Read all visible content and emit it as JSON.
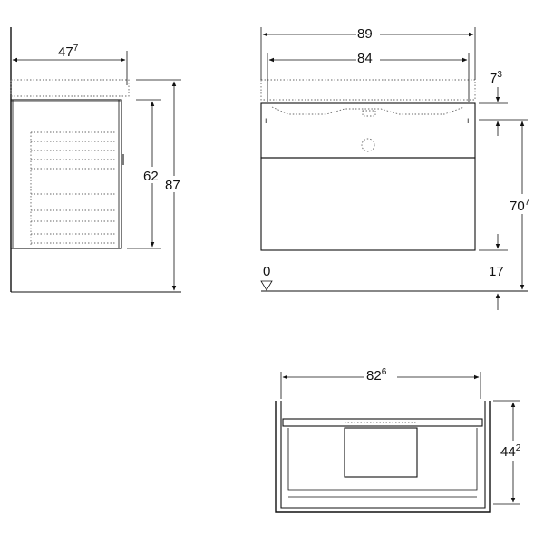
{
  "side_view": {
    "width_main": "47",
    "width_sup": "7",
    "height_body": "62",
    "height_total": "87"
  },
  "front_view": {
    "width_outer": "89",
    "width_inner": "84",
    "top_thickness_main": "7",
    "top_thickness_sup": "3",
    "height_body_main": "70",
    "height_body_sup": "7",
    "floor_level": "0",
    "floor_gap": "17"
  },
  "top_view": {
    "drawer_width_main": "82",
    "drawer_width_sup": "6",
    "drawer_depth_main": "44",
    "drawer_depth_sup": "2"
  }
}
